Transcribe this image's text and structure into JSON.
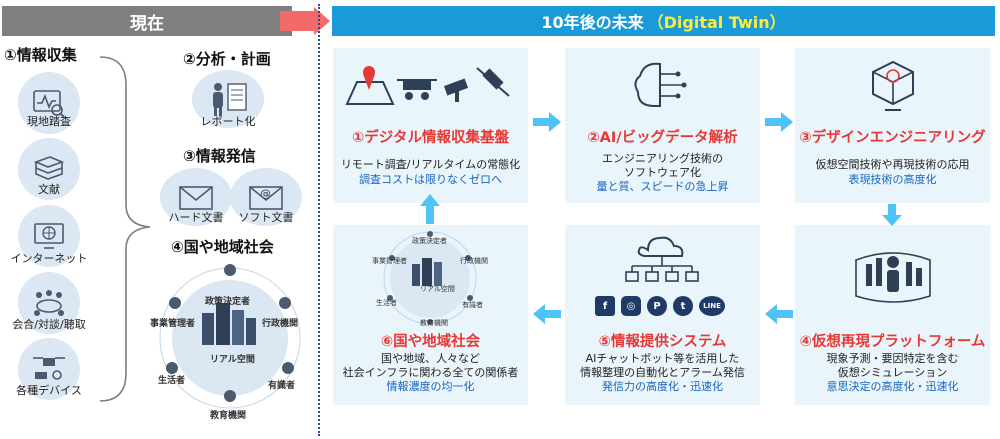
{
  "header": {
    "present": "現在",
    "future_prefix": "10年後の未来",
    "future_dt": "（Digital  Twin）"
  },
  "left": {
    "s1_title": "①情報収集",
    "s1_items": [
      "現地踏査",
      "文献",
      "インターネット",
      "会合/対談/聴取",
      "各種デバイス"
    ],
    "s2_title": "②分析・計画",
    "s2_item": "レポート化",
    "s3_title": "③情報発信",
    "s3_items": [
      "ハード文書",
      "ソフト文書"
    ],
    "s4_title": "④国や地域社会",
    "s4_labels": [
      "政策決定者",
      "事業管理者",
      "行政機関",
      "リアル空間",
      "生活者",
      "有識者",
      "教育機関"
    ]
  },
  "panels": {
    "p1": {
      "title": "①デジタル情報収集基盤",
      "desc": [
        "リモート調査/リアルタイムの常態化"
      ],
      "blue": "調査コストは限りなくゼロへ"
    },
    "p2": {
      "title": "②AI/ビッグデータ解析",
      "desc": [
        "エンジニアリング技術の",
        "ソフトウェア化"
      ],
      "blue": "量と質、スピードの急上昇"
    },
    "p3": {
      "title": "③デザインエンジニアリング",
      "desc": [
        "仮想空間技術や再現技術の応用"
      ],
      "blue": "表現技術の高度化"
    },
    "p4": {
      "title": "④仮想再現プラットフォーム",
      "desc": [
        "現象予測・要因特定を含む",
        "仮想シミュレーション"
      ],
      "blue": "意思決定の高度化・迅速化"
    },
    "p5": {
      "title": "⑤情報提供システム",
      "desc": [
        "AIチャットボット等を活用した",
        "情報整理の自動化とアラーム発信"
      ],
      "blue": "発信力の高度化・迅速化"
    },
    "p6": {
      "title": "⑥国や地域社会",
      "desc": [
        "国や地域、人々など",
        "社会インフラに関わる全ての関係者"
      ],
      "blue": "情報濃度の均一化"
    }
  },
  "p6_labels": [
    "政策決定者",
    "事業管理者",
    "行政機関",
    "リアル空間",
    "生活者",
    "有識者",
    "教育機関"
  ],
  "social": [
    "f",
    "◎",
    "P",
    "t",
    "LINE"
  ]
}
